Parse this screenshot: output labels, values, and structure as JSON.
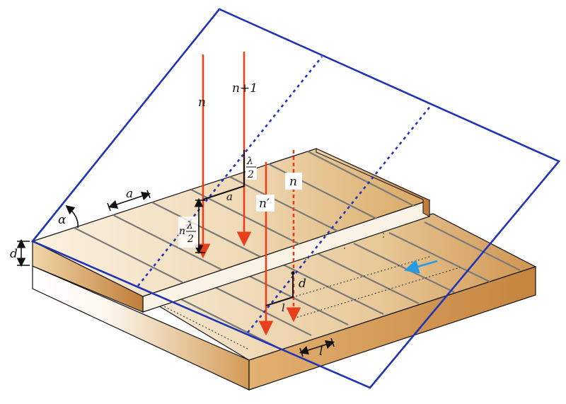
{
  "labels": {
    "alpha": "α",
    "a_top": "a",
    "a_step": "a",
    "d_left": "d",
    "d_lower": "d",
    "l_lower": "l",
    "l_bottom": "l",
    "ray_n": "n",
    "ray_n_plus_1": "n+1",
    "ray_n_prime": "n′",
    "ray_n_right": "n",
    "n_prefix": "n",
    "lambda": "λ",
    "two": "2"
  },
  "colors": {
    "plane": "#1f35b5",
    "ray": "#e8401c",
    "arrow_blue": "#2a9be0",
    "wood_light": "#f5e6cc",
    "wood_dark": "#c98c47",
    "groove": "#777777"
  }
}
